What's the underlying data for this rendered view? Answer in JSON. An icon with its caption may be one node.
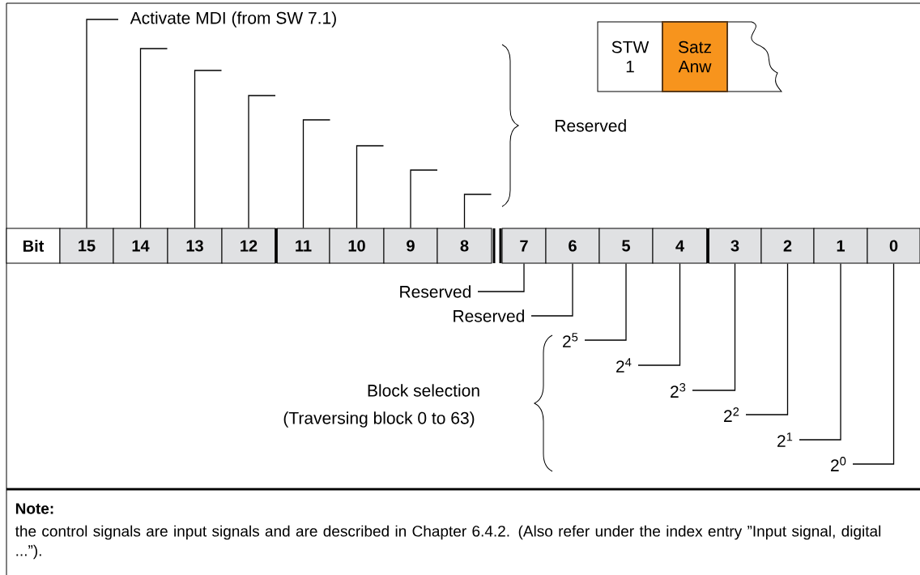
{
  "diagram": {
    "nodes": [
      {
        "text": [
          "Bit"
        ]
      },
      {
        "text": [
          "15"
        ]
      },
      {
        "text": [
          "14"
        ]
      },
      {
        "text": [
          "13"
        ]
      },
      {
        "text": [
          "12"
        ]
      },
      {
        "text": [
          "11"
        ]
      },
      {
        "text": [
          "10"
        ]
      },
      {
        "text": [
          "9"
        ]
      },
      {
        "text": [
          "8"
        ]
      },
      {
        "text": [
          "7"
        ]
      },
      {
        "text": [
          "6"
        ]
      },
      {
        "text": [
          "5"
        ]
      },
      {
        "text": [
          "4"
        ]
      },
      {
        "text": [
          "3"
        ]
      },
      {
        "text": [
          "2"
        ]
      },
      {
        "text": [
          "1"
        ]
      },
      {
        "text": [
          "0"
        ]
      },
      {
        "text": [
          "Activate MDI (from SW 7.1)"
        ]
      },
      {
        "text": [
          "Reserved"
        ]
      },
      {
        "text": [
          "Reserved"
        ]
      },
      {
        "text": [
          "2$^{5}$"
        ]
      },
      {
        "text": [
          "2$^{4}$"
        ]
      },
      {
        "text": [
          "2$^{3}$"
        ]
      },
      {
        "text": [
          "2$^{2}$"
        ]
      },
      {
        "text": [
          "2$^{1}$"
        ]
      },
      {
        "text": [
          "2$^{0}$"
        ]
      },
      {
        "text": [
          "STW 1"
        ]
      },
      {
        "text": [
          "Satz Anw"
        ]
      }
    ],
    "edges": [
      {
        "from": 17,
        "to": 1,
        "arrow": "none"
      },
      {
        "from": null,
        "to": 2,
        "arrow": "none"
      },
      {
        "from": null,
        "to": 3,
        "arrow": "none"
      },
      {
        "from": null,
        "to": 4,
        "arrow": "none"
      },
      {
        "from": null,
        "to": 5,
        "arrow": "none"
      },
      {
        "from": null,
        "to": 6,
        "arrow": "none"
      },
      {
        "from": null,
        "to": 7,
        "arrow": "none"
      },
      {
        "from": null,
        "to": 8,
        "arrow": "none"
      },
      {
        "from": 18,
        "to": 9,
        "arrow": "none"
      },
      {
        "from": 19,
        "to": 10,
        "arrow": "none"
      },
      {
        "from": 20,
        "to": 11,
        "arrow": "none"
      },
      {
        "from": 21,
        "to": 12,
        "arrow": "none"
      },
      {
        "from": 22,
        "to": 13,
        "arrow": "none"
      },
      {
        "from": 23,
        "to": 14,
        "arrow": "none"
      },
      {
        "from": 24,
        "to": 15,
        "arrow": "none"
      },
      {
        "from": 25,
        "to": 16,
        "arrow": "none"
      }
    ],
    "labels": [
      "Reserved",
      "Block selection",
      "(Traversing block 0 to 63)",
      "Note:",
      "the control signals are input signals and are described in Chapter 6.4.2. (Also refer under the index entry ”Input signal, digital ...”)."
    ]
  }
}
